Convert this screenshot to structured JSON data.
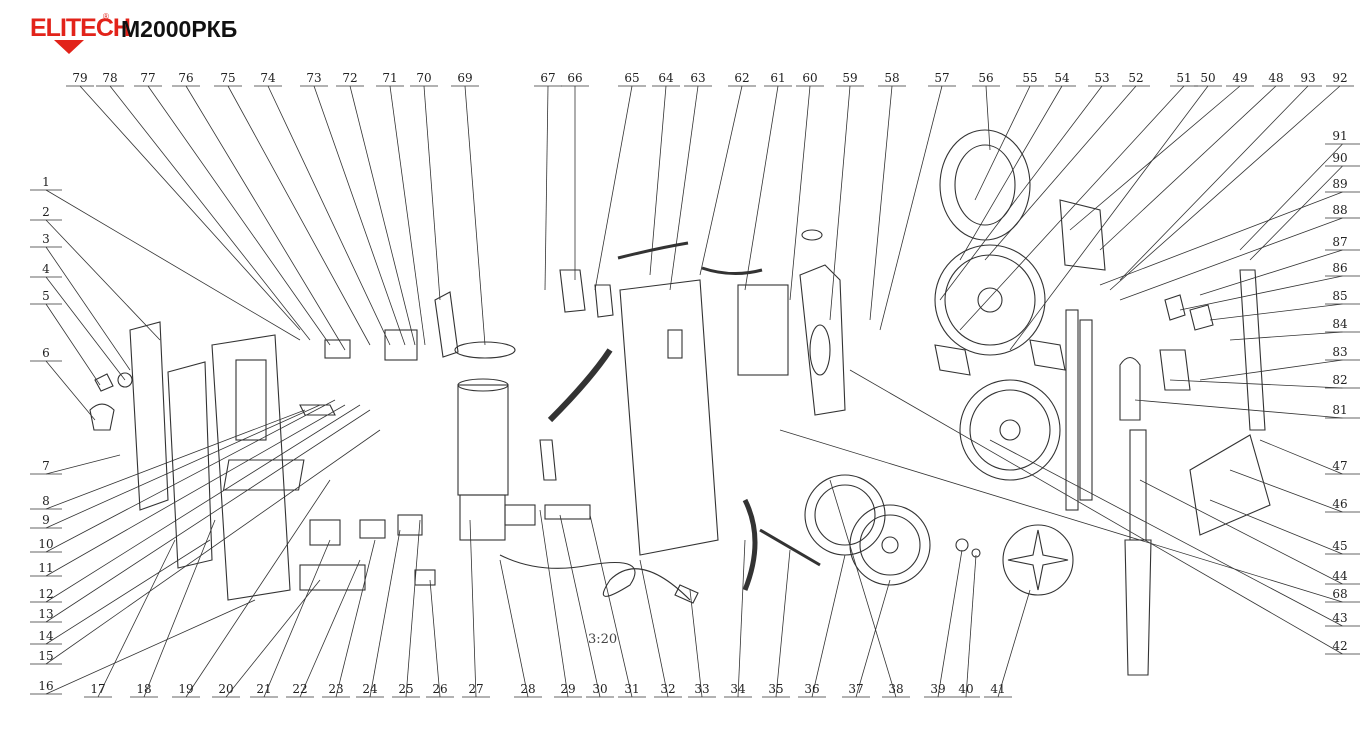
{
  "brand": {
    "name": "ELITECH",
    "reg_mark": "®",
    "model": "M2000РКБ"
  },
  "parts_top": [
    "79",
    "78",
    "77",
    "76",
    "75",
    "74",
    "73",
    "72",
    "71",
    "70",
    "69",
    "67",
    "66",
    "65",
    "64",
    "63",
    "62",
    "61",
    "60",
    "59",
    "58",
    "57",
    "56",
    "55",
    "54",
    "53",
    "52",
    "51",
    "50",
    "49",
    "48",
    "93",
    "92"
  ],
  "parts_right": [
    "91",
    "90",
    "89",
    "88",
    "87",
    "86",
    "85",
    "84",
    "83",
    "82",
    "81",
    "47",
    "46",
    "45",
    "44",
    "68",
    "43",
    "42"
  ],
  "parts_left": [
    "1",
    "2",
    "3",
    "4",
    "5",
    "6",
    "7",
    "8",
    "9",
    "10",
    "11",
    "12",
    "13",
    "14",
    "15",
    "16"
  ],
  "parts_bottom": [
    "17",
    "18",
    "19",
    "20",
    "21",
    "22",
    "23",
    "24",
    "25",
    "26",
    "27",
    "28",
    "29",
    "30",
    "31",
    "32",
    "33",
    "34",
    "35",
    "36",
    "37",
    "38",
    "39",
    "40",
    "41"
  ],
  "scale_note": "3:20",
  "colors": {
    "brand": "#e2231a",
    "line": "#333333"
  }
}
